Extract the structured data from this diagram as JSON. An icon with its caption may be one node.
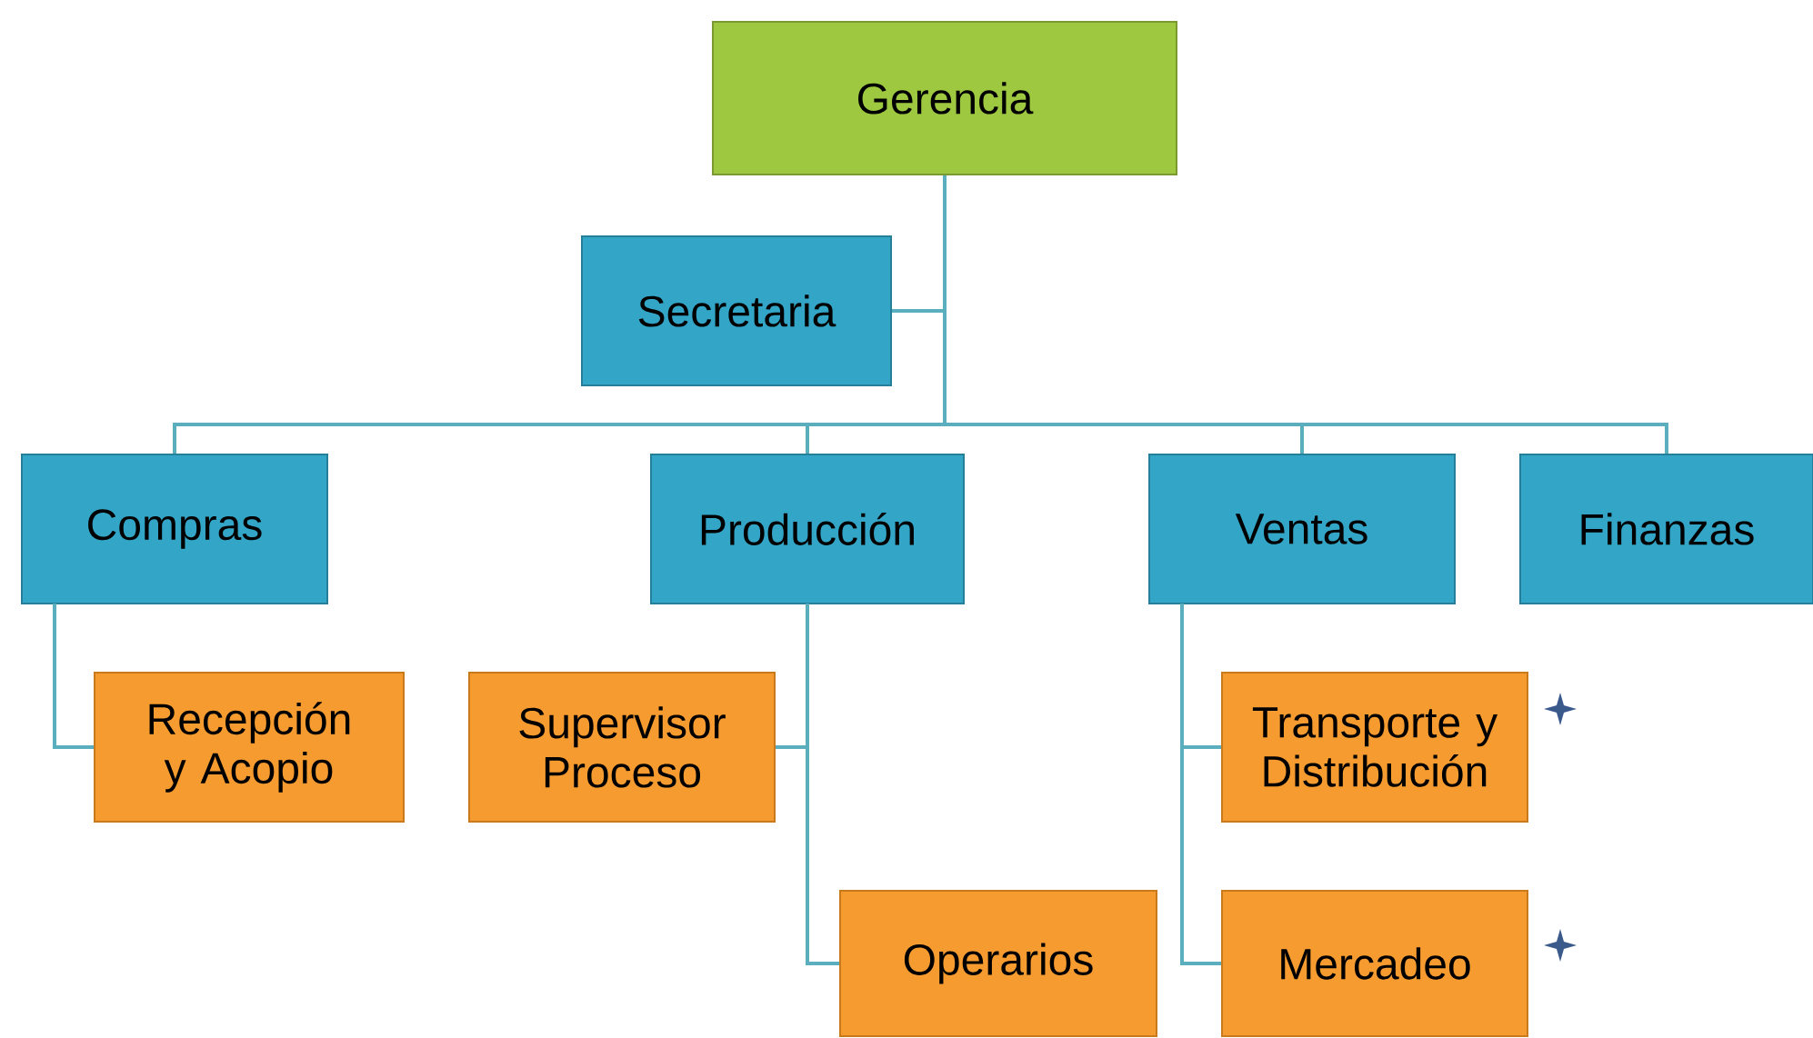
{
  "diagram": {
    "nodes": [
      {
        "text": [
          "Gerencia"
        ]
      },
      {
        "text": [
          "Secretaria"
        ]
      },
      {
        "text": [
          "Compras"
        ]
      },
      {
        "text": [
          "Producción"
        ]
      },
      {
        "text": [
          "Ventas"
        ]
      },
      {
        "text": [
          "Finanzas"
        ]
      },
      {
        "text": [
          "Recepción y Acopio"
        ]
      },
      {
        "text": [
          "Supervisor Proceso"
        ]
      },
      {
        "text": [
          "Operarios"
        ]
      },
      {
        "text": [
          "Transporte y Distribución"
        ]
      },
      {
        "text": [
          "Mercadeo"
        ]
      }
    ],
    "edges": [
      {
        "from": 0,
        "to": 1,
        "arrow": "none"
      },
      {
        "from": 0,
        "to": 2,
        "arrow": "none"
      },
      {
        "from": 0,
        "to": 3,
        "arrow": "none"
      },
      {
        "from": 0,
        "to": 4,
        "arrow": "none"
      },
      {
        "from": 0,
        "to": 5,
        "arrow": "none"
      },
      {
        "from": 2,
        "to": 6,
        "arrow": "none"
      },
      {
        "from": 3,
        "to": 7,
        "arrow": "none"
      },
      {
        "from": 3,
        "to": 8,
        "arrow": "none"
      },
      {
        "from": 4,
        "to": 9,
        "arrow": "none"
      },
      {
        "from": 4,
        "to": 10,
        "arrow": "none"
      }
    ]
  }
}
